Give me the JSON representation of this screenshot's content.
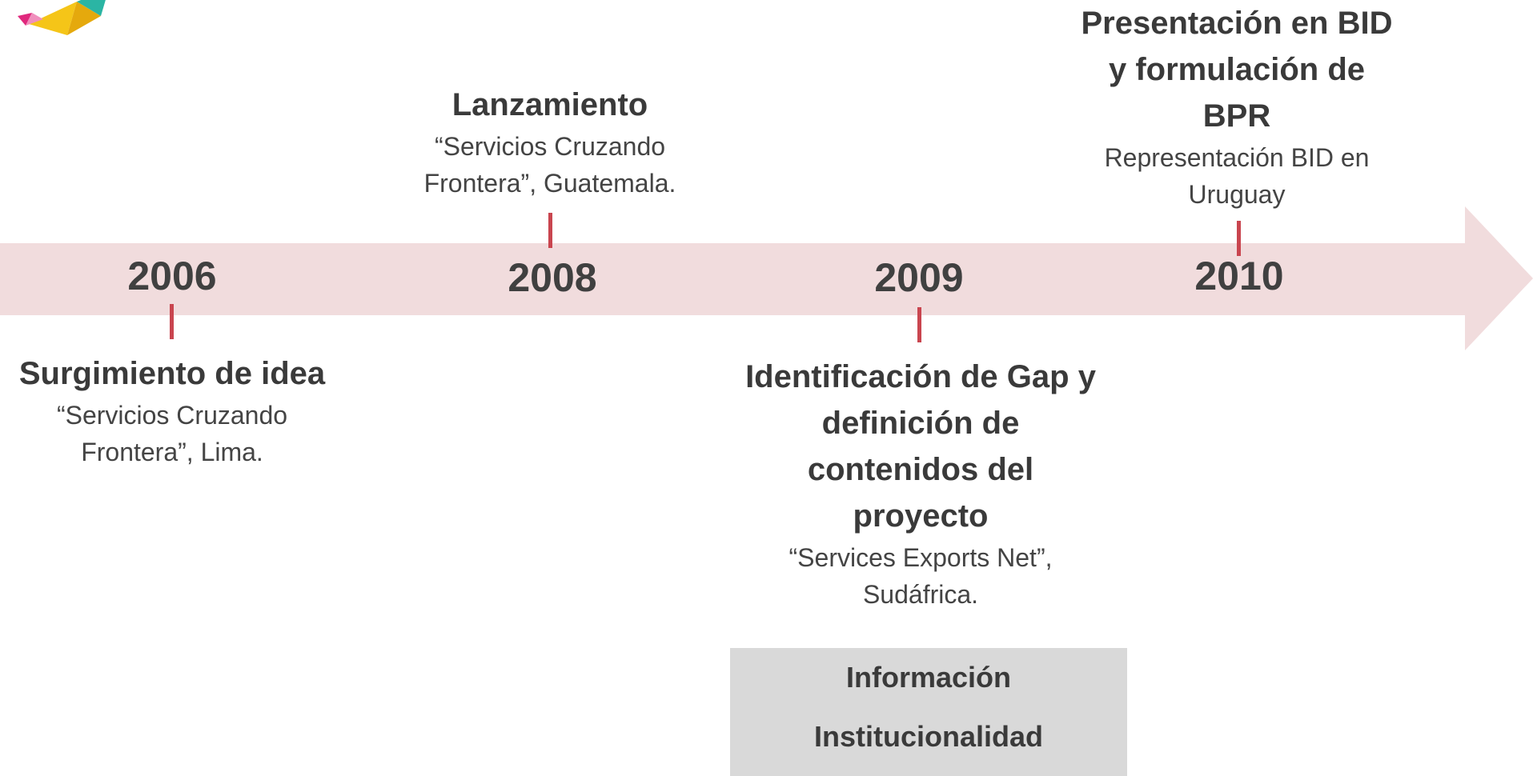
{
  "logo": {
    "icon": "folded-paper-logo-icon",
    "colors": [
      "#f5c518",
      "#2bb5a4",
      "#e0287d"
    ]
  },
  "timeline": {
    "band_color": "#f1dcdd",
    "tick_color": "#c9454f",
    "years": [
      "2006",
      "2008",
      "2009",
      "2010"
    ]
  },
  "events": [
    {
      "year": "2006",
      "title": "Surgimiento de idea",
      "desc": "“Servicios Cruzando Frontera”, Lima."
    },
    {
      "year": "2008",
      "title": "Lanzamiento",
      "desc": "“Servicios Cruzando Frontera”, Guatemala."
    },
    {
      "year": "2009",
      "title": "Identificación de Gap y definición de contenidos del proyecto",
      "desc": "“Services Exports Net”, Sudáfrica."
    },
    {
      "year": "2010",
      "title": "Presentación en BID y formulación de BPR",
      "desc": "Representación BID en Uruguay"
    }
  ],
  "infobox": {
    "items": [
      "Información",
      "Institucionalidad"
    ]
  }
}
